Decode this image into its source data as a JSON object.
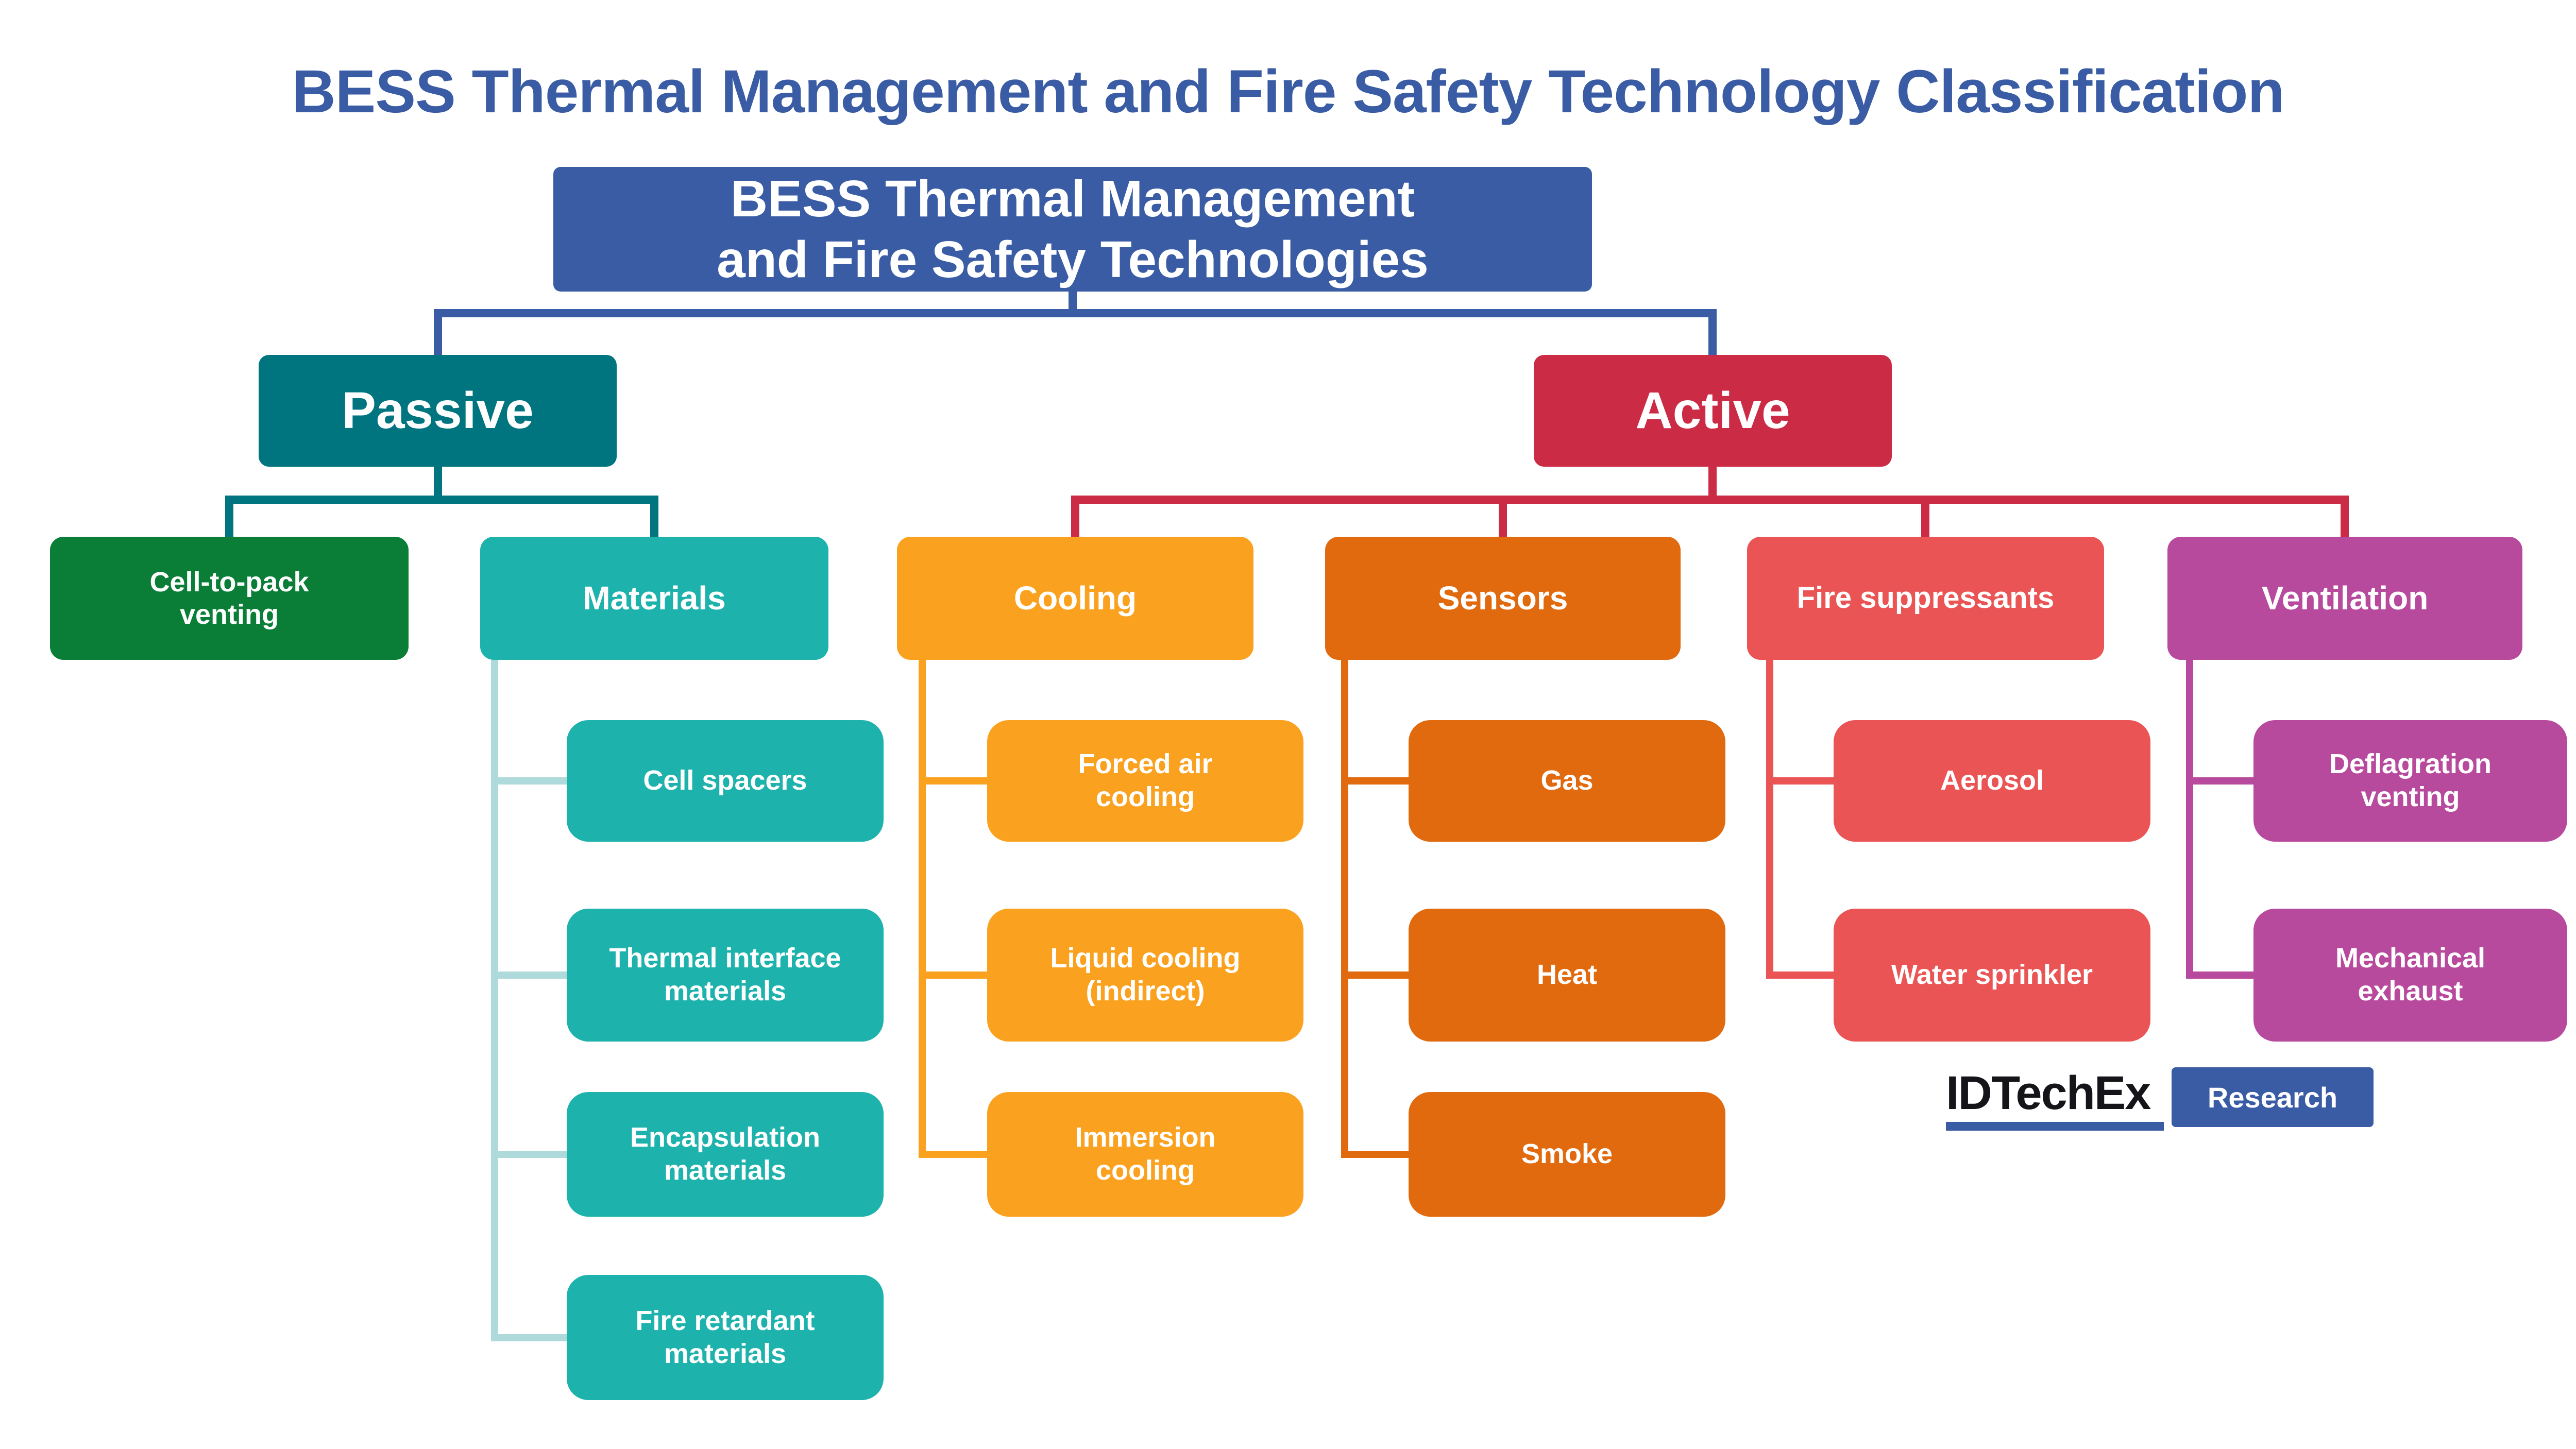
{
  "title": "BESS Thermal Management and Fire Safety Technology Classification",
  "root": {
    "lines": [
      "BESS Thermal Management",
      "and Fire Safety Technologies"
    ]
  },
  "branches": [
    {
      "label": "Passive",
      "color": "#00757F",
      "children": [
        {
          "label": "Cell-to-pack venting",
          "color": "#0A7E37",
          "children": []
        },
        {
          "label": "Materials",
          "color": "#1EB2AD",
          "connector_color": "#AEDADB",
          "children": [
            "Cell spacers",
            "Thermal interface materials",
            "Encapsulation materials",
            "Fire retardant materials"
          ]
        }
      ]
    },
    {
      "label": "Active",
      "color": "#CB2B45",
      "children": [
        {
          "label": "Cooling",
          "color": "#FAA21F",
          "children": [
            "Forced air cooling",
            "Liquid cooling (indirect)",
            "Immersion cooling"
          ]
        },
        {
          "label": "Sensors",
          "color": "#E16A0F",
          "children": [
            "Gas",
            "Heat",
            "Smoke"
          ]
        },
        {
          "label": "Fire suppressants",
          "color": "#EA5455",
          "children": [
            "Aerosol",
            "Water sprinkler"
          ]
        },
        {
          "label": "Ventilation",
          "color": "#B84A9E",
          "children": [
            "Deflagration venting",
            "Mechanical exhaust"
          ]
        }
      ]
    }
  ],
  "logo": {
    "wordmark": "IDTechEx",
    "tagline": "Research",
    "accent_color": "#3A5CA4"
  },
  "colors": {
    "title": "#3A5CA4",
    "root_box": "#3A5CA4",
    "passive": "#00757F",
    "active": "#CB2B45",
    "venting_green": "#0A7E37",
    "materials_teal": "#1EB2AD",
    "materials_connector": "#AEDADB",
    "cooling_orange": "#FAA21F",
    "sensors_orange": "#E16A0F",
    "suppressants_coral": "#EA5455",
    "ventilation_magenta": "#B84A9E"
  }
}
